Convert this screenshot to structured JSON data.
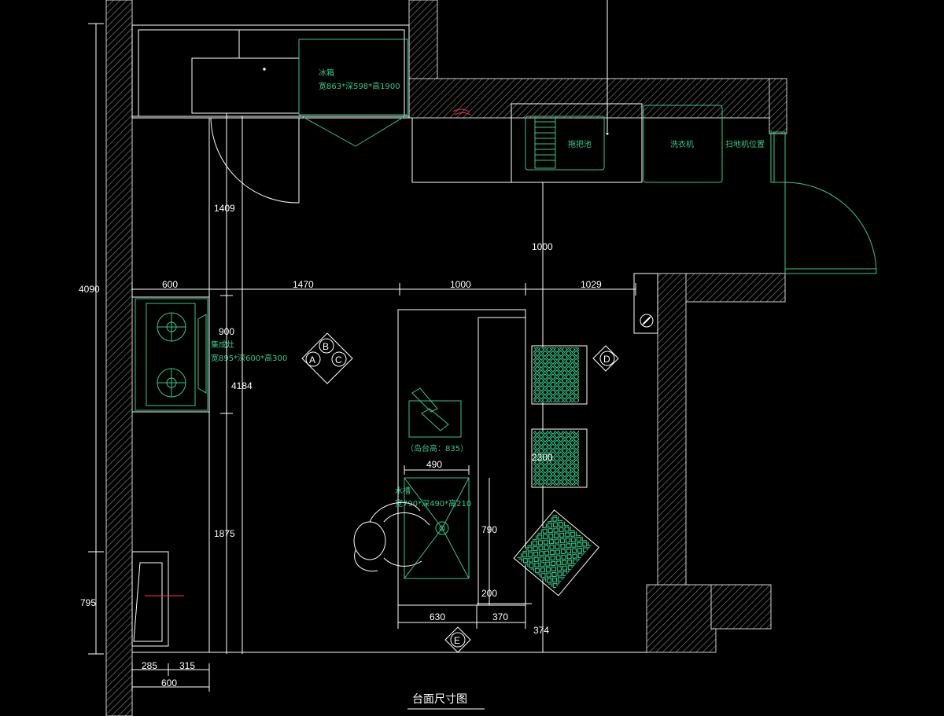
{
  "drawing": {
    "title": "台面尺寸图",
    "colors": {
      "background": "#000000",
      "line": "#ffffff",
      "fixture": "#35c98a",
      "accent": "#ff2a4a"
    }
  },
  "labels": {
    "fridge_name": "冰箱",
    "fridge_size": "宽863*深598*高1900",
    "basin": "拖把池",
    "washer": "洗衣机",
    "robot_vacuum": "扫地机位置",
    "cooktop_name": "集成灶",
    "cooktop_size": "宽895*深600*高300",
    "island_height": "（岛台高：835）",
    "sink_name": "水槽",
    "sink_size": "宽790*深490*高210"
  },
  "dimensions": {
    "d4090": "4090",
    "d795": "795",
    "d1409": "1409",
    "d900": "900",
    "d4184": "4184",
    "d1875": "1875",
    "d600_top": "600",
    "d1470": "1470",
    "d1000_h": "1000",
    "d1029": "1029",
    "d1000_v": "1000",
    "d2300": "2300",
    "d490": "490",
    "d790": "790",
    "d200": "200",
    "d630": "630",
    "d370": "370",
    "d374": "374",
    "d285": "285",
    "d315": "315",
    "d600_bottom": "600"
  },
  "markers": {
    "a": "A",
    "b": "B",
    "c": "C",
    "d": "D",
    "e": "E"
  }
}
